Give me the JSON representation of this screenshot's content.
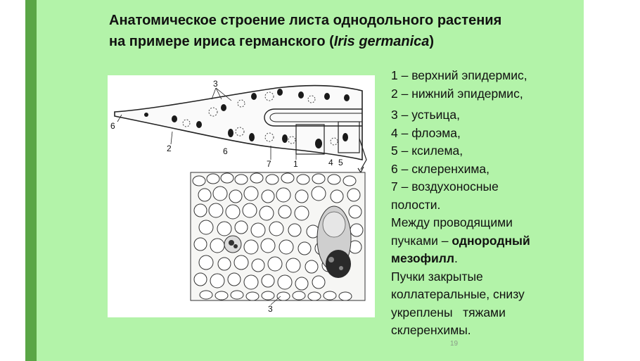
{
  "slide": {
    "title_line1": "Анатомическое строение листа однодольного растения",
    "title_line2_prefix": "на примере ириса германского (",
    "title_line2_italic": "Iris germanica",
    "title_line2_suffix": ")",
    "legend": {
      "items": [
        "1 – верхний эпидермис,",
        "2 – нижний эпидермис,",
        "3 – устьица,",
        "4 – флоэма,",
        "5 – ксилема,",
        "6 – склеренхима,",
        "7 – воздухоносные"
      ],
      "item7_cont": "полости.",
      "note1_line1": "Между проводящими",
      "note1_line2_prefix": "пучками – ",
      "note1_bold1": "однородный",
      "note1_bold2": "мезофилл",
      "note1_suffix": ".",
      "note2_lines": [
        "Пучки закрытые",
        "коллатеральные, снизу",
        "укреплены   тяжами",
        "склеренхимы."
      ]
    },
    "page_number": "19",
    "figure_labels": {
      "label_3_top": "3",
      "label_6_left": "6",
      "label_2": "2",
      "label_6_mid": "6",
      "label_7": "7",
      "label_1": "1",
      "label_4": "4",
      "label_5": "5",
      "label_3_bottom": "3"
    },
    "colors": {
      "slide_background": "#b3f3a9",
      "left_bar": "#5aa646"
    }
  }
}
